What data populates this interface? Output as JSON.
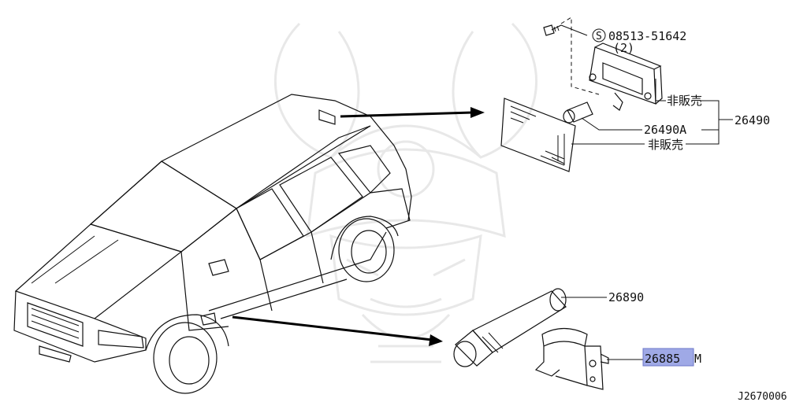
{
  "diagram": {
    "labels": {
      "screw_part": "08513-51642",
      "screw_qty": "(2)",
      "screw_prefix_symbol": "S",
      "not_sold_1": "非販売",
      "bulb_part": "26490A",
      "lamp_assembly": "26490",
      "not_sold_2": "非販売",
      "flashlight_part": "26890",
      "bracket_part_highlight": "26885",
      "bracket_part_suffix": "M",
      "diagram_code": "J2670006"
    },
    "highlight_color": "#9fa9e6"
  }
}
